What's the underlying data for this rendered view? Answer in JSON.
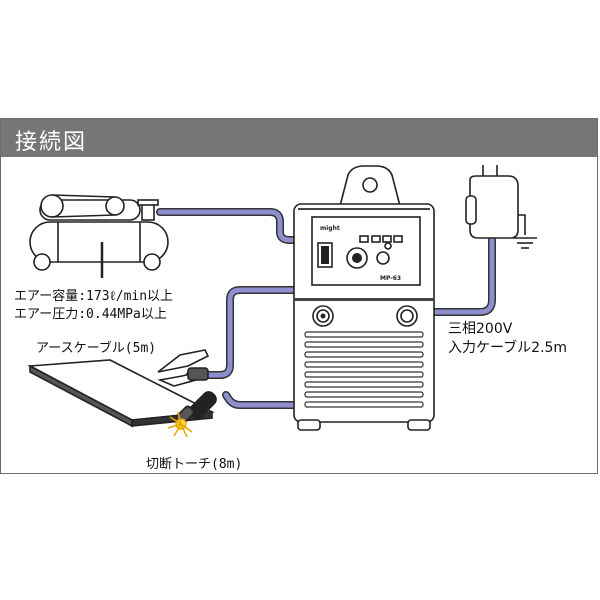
{
  "title": "接続図",
  "labels": {
    "air_volume": "エアー容量:173ℓ/min以上",
    "air_pressure": "エアー圧力:0.44MPa以上",
    "earth_cable": "アースケーブル(5m)",
    "torch": "切断トーチ(8m)",
    "power_phase": "三相200V",
    "power_cable": "入力ケーブル2.5m"
  },
  "machine": {
    "brand": "might",
    "model": "MP-63"
  },
  "colors": {
    "hose": "#8f8fd0",
    "title_bg": "#767676",
    "line": "#222222"
  }
}
